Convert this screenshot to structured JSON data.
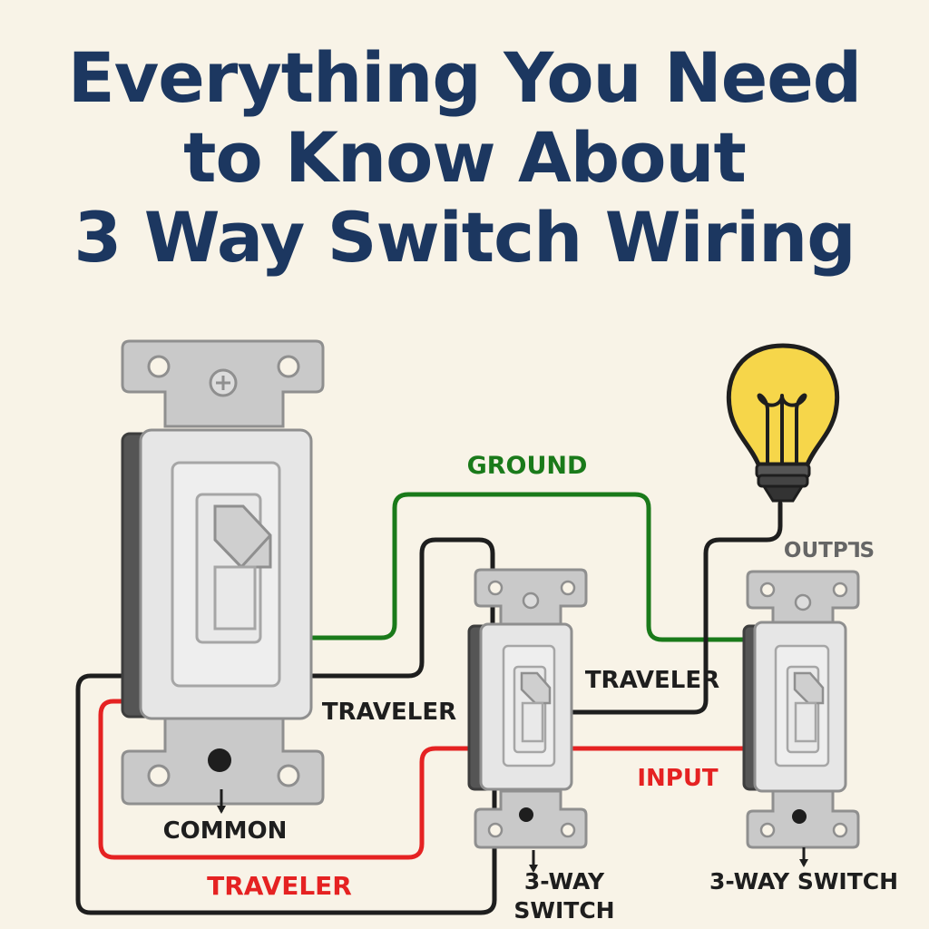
{
  "title": {
    "line1": "Everything You Need",
    "line2": "to Know About",
    "line3": "3 Way Switch Wiring"
  },
  "labels": {
    "ground": "GROUND",
    "output": "OUTP⅂S",
    "traveler_left": "TRAVELER",
    "traveler_right": "TRAVELER",
    "common": "COMMON",
    "traveler_bottom": "TRAVELER",
    "input": "INPUT",
    "switch_mid_line1": "3-WAY",
    "switch_mid_line2": "SWITCH",
    "switch_right": "3-WAY SWITCH"
  },
  "colors": {
    "title": "#1c3760",
    "background": "#f8f3e7",
    "wire_ground": "#1a7a1a",
    "wire_black": "#1e1e1e",
    "wire_red": "#e52222",
    "bulb_glass": "#f6d64a",
    "plate": "#c9c9c9",
    "switch_body": "#e6e6e6"
  },
  "icons": [
    "light-bulb-icon",
    "screw-icon",
    "toggle-icon",
    "arrow-icon"
  ]
}
